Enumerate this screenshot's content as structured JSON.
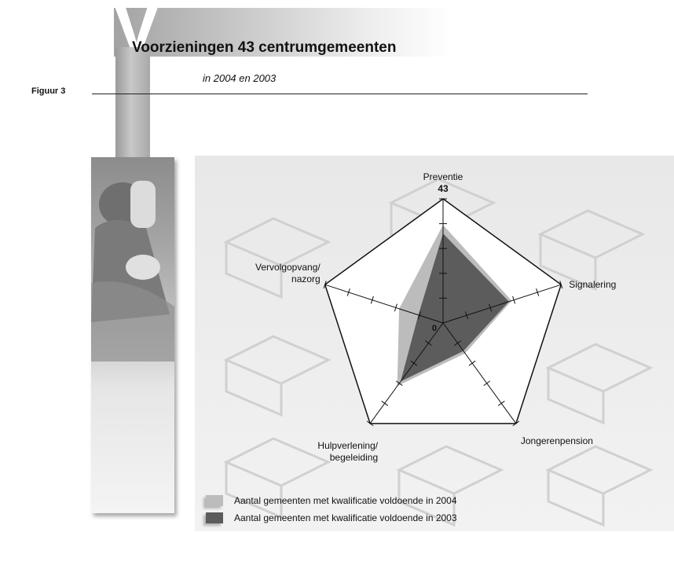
{
  "figure_label": "Figuur 3",
  "header": {
    "letter": "V",
    "title": "Voorzieningen 43 centrumgemeenten",
    "subtitle": "in 2004 en 2003"
  },
  "colors": {
    "series_2004": "#bcbcbc",
    "series_2003": "#5c5c5c",
    "panel": "#ececec",
    "web": "#111111"
  },
  "chart_data": {
    "type": "radar",
    "axes": [
      "Preventie",
      "Signalering",
      "Jongerenpension",
      "Hulpverlening/ begeleiding",
      "Vervolgopvang/ nazorg"
    ],
    "axis_label_lines": [
      [
        "Preventie"
      ],
      [
        "Signalering"
      ],
      [
        "Jongerenpension"
      ],
      [
        "Hulpverlening/",
        "begeleiding"
      ],
      [
        "Vervolgopvang/",
        "nazorg"
      ]
    ],
    "range": [
      0,
      43
    ],
    "range_labels": {
      "min": "0",
      "max": "43"
    },
    "tick_count": 5,
    "series": [
      {
        "name": "Aantal gemeenten met kwalificatie voldoende in 2004",
        "values": [
          34,
          25,
          13,
          27,
          16
        ]
      },
      {
        "name": "Aantal gemeenten met kwalificatie voldoende in 2003",
        "values": [
          31,
          24,
          12,
          25,
          9
        ]
      }
    ]
  },
  "legend": [
    {
      "label": "Aantal gemeenten met kwalificatie voldoende in 2004",
      "color": "#bcbcbc"
    },
    {
      "label": "Aantal gemeenten met kwalificatie voldoende in 2003",
      "color": "#5c5c5c"
    }
  ]
}
